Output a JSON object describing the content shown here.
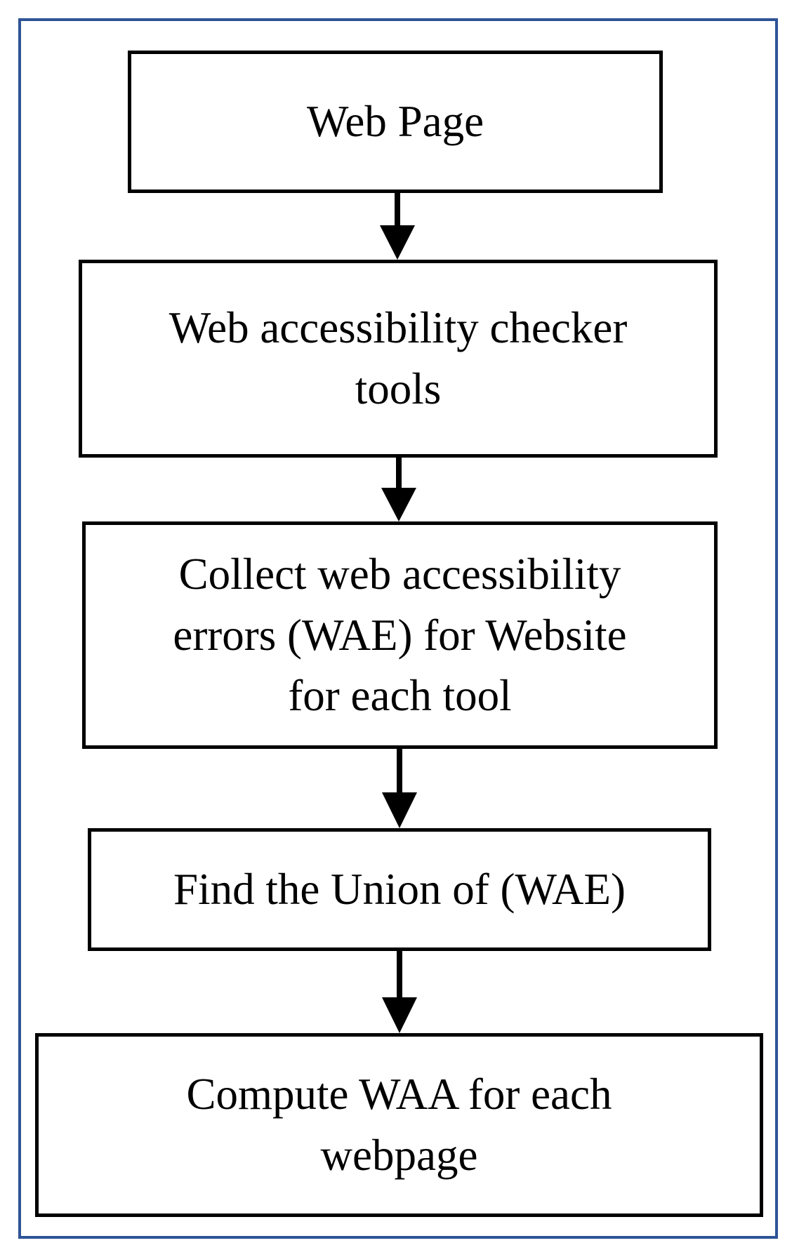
{
  "diagram": {
    "frame_color": "#2f5496",
    "steps": [
      {
        "lines": [
          "Web Page"
        ]
      },
      {
        "lines": [
          "Web accessibility checker",
          "tools"
        ]
      },
      {
        "lines": [
          "Collect web accessibility",
          "errors (WAE) for Website",
          "for each tool"
        ]
      },
      {
        "lines": [
          "Find the Union of (WAE)"
        ]
      },
      {
        "lines": [
          "Compute WAA for each",
          "webpage"
        ]
      }
    ],
    "edges": [
      {
        "from": 0,
        "to": 1
      },
      {
        "from": 1,
        "to": 2
      },
      {
        "from": 2,
        "to": 3
      },
      {
        "from": 3,
        "to": 4
      }
    ]
  }
}
